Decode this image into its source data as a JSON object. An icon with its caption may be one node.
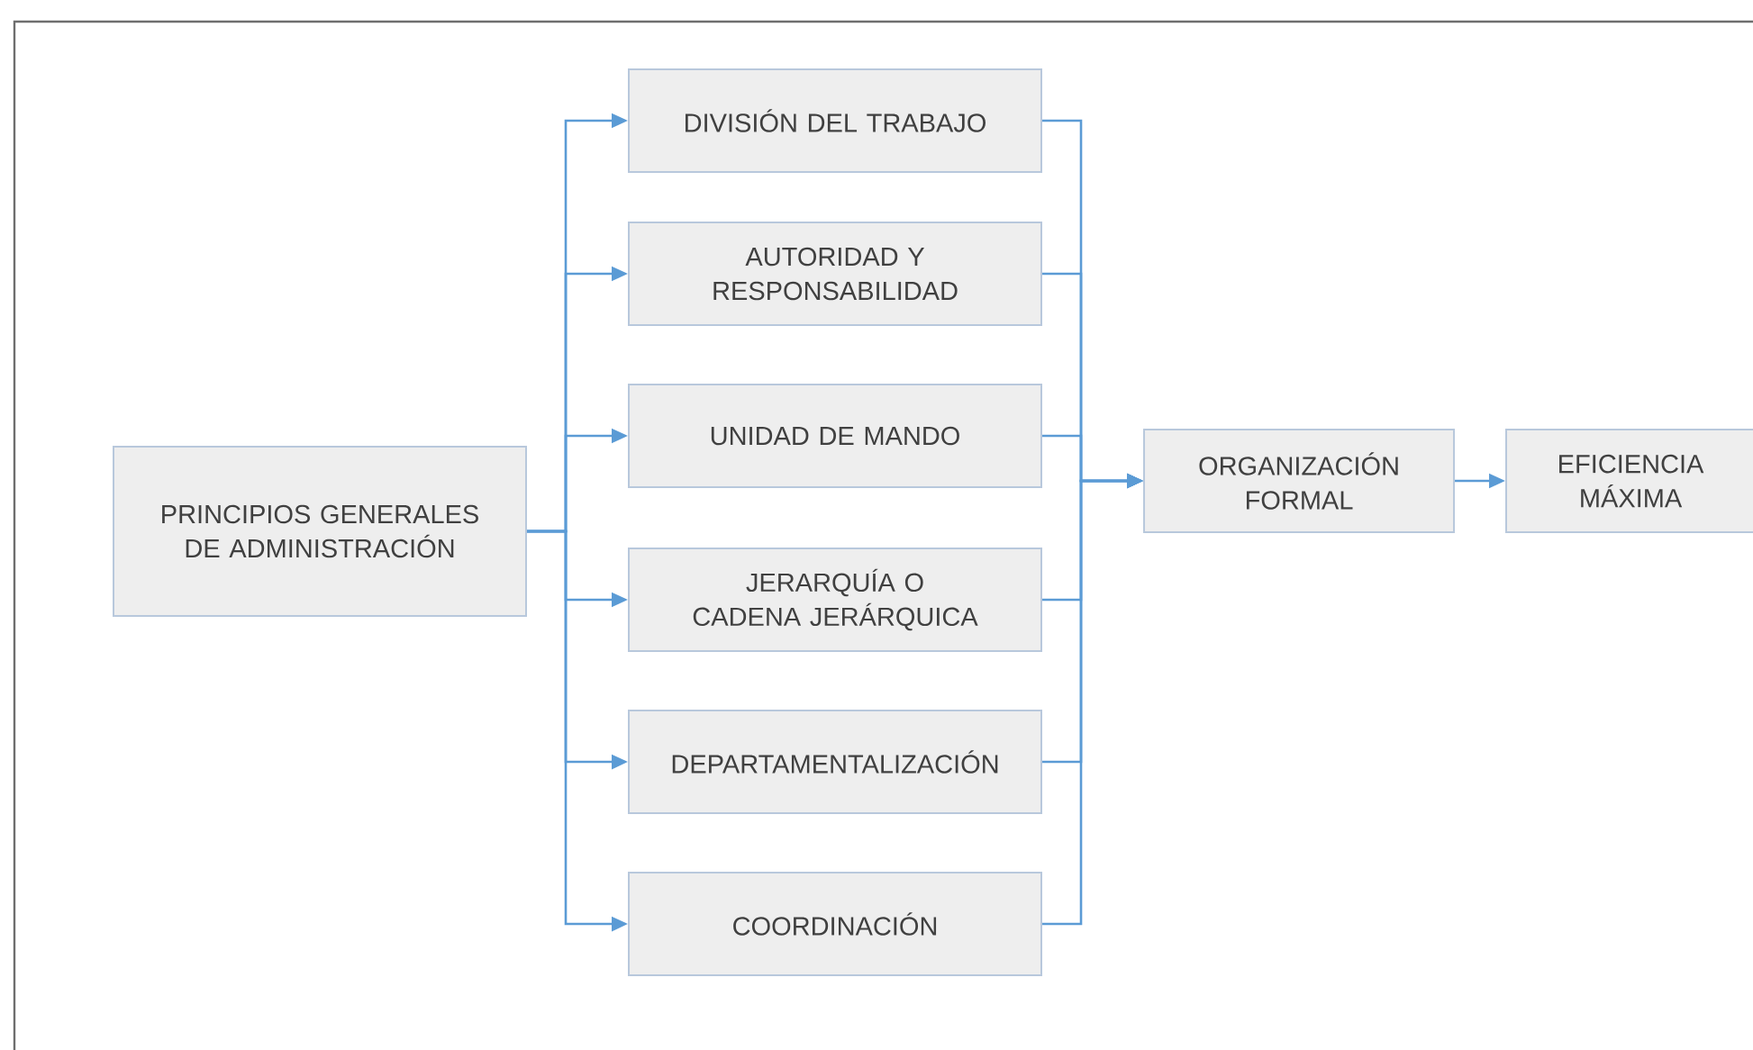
{
  "diagram": {
    "nodes": [
      {
        "text": [
          "PRINCIPIOS GENERALES DE ADMINISTRACIÓN"
        ]
      },
      {
        "text": [
          "DIVISIÓN DEL TRABAJO"
        ]
      },
      {
        "text": [
          "AUTORIDAD Y RESPONSABILIDAD"
        ]
      },
      {
        "text": [
          "UNIDAD DE MANDO"
        ]
      },
      {
        "text": [
          "JERARQUÍA O CADENA JERÁRQUICA"
        ]
      },
      {
        "text": [
          "DEPARTAMENTALIZACIÓN"
        ]
      },
      {
        "text": [
          "COORDINACIÓN"
        ]
      },
      {
        "text": [
          "ORGANIZACIÓN FORMAL"
        ]
      },
      {
        "text": [
          "EFICIENCIA MÁXIMA"
        ]
      }
    ],
    "edges": [
      {
        "from": 0,
        "to": 1,
        "arrow": "to"
      },
      {
        "from": 0,
        "to": 2,
        "arrow": "to"
      },
      {
        "from": 0,
        "to": 3,
        "arrow": "to"
      },
      {
        "from": 0,
        "to": 4,
        "arrow": "to"
      },
      {
        "from": 0,
        "to": 5,
        "arrow": "to"
      },
      {
        "from": 0,
        "to": 6,
        "arrow": "to"
      },
      {
        "from": 1,
        "to": 7,
        "arrow": "to"
      },
      {
        "from": 2,
        "to": 7,
        "arrow": "to"
      },
      {
        "from": 3,
        "to": 7,
        "arrow": "to"
      },
      {
        "from": 4,
        "to": 7,
        "arrow": "to"
      },
      {
        "from": 5,
        "to": 7,
        "arrow": "to"
      },
      {
        "from": 6,
        "to": 7,
        "arrow": "to"
      },
      {
        "from": 7,
        "to": 8,
        "arrow": "to"
      }
    ]
  }
}
